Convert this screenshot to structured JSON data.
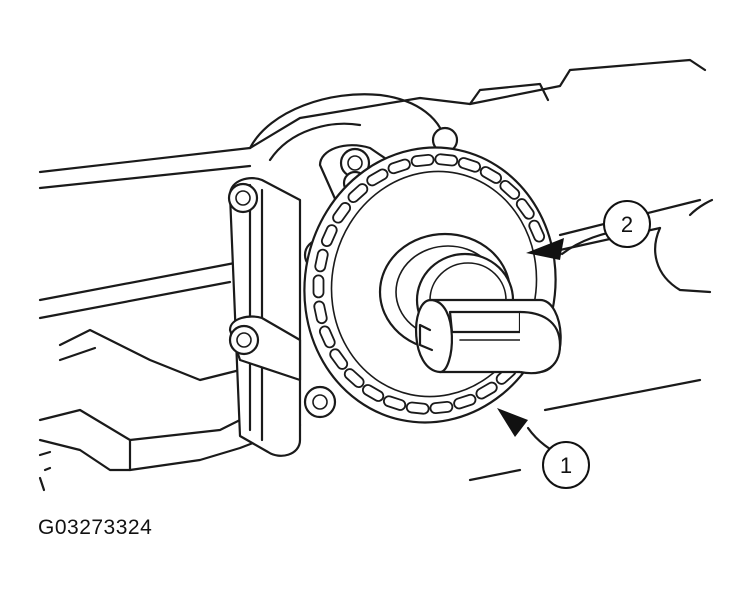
{
  "figure": {
    "id_label": "G03273324"
  },
  "callouts": [
    {
      "number": "1"
    },
    {
      "number": "2"
    }
  ],
  "colors": {
    "line": "#1a1a1a",
    "background": "#ffffff"
  }
}
